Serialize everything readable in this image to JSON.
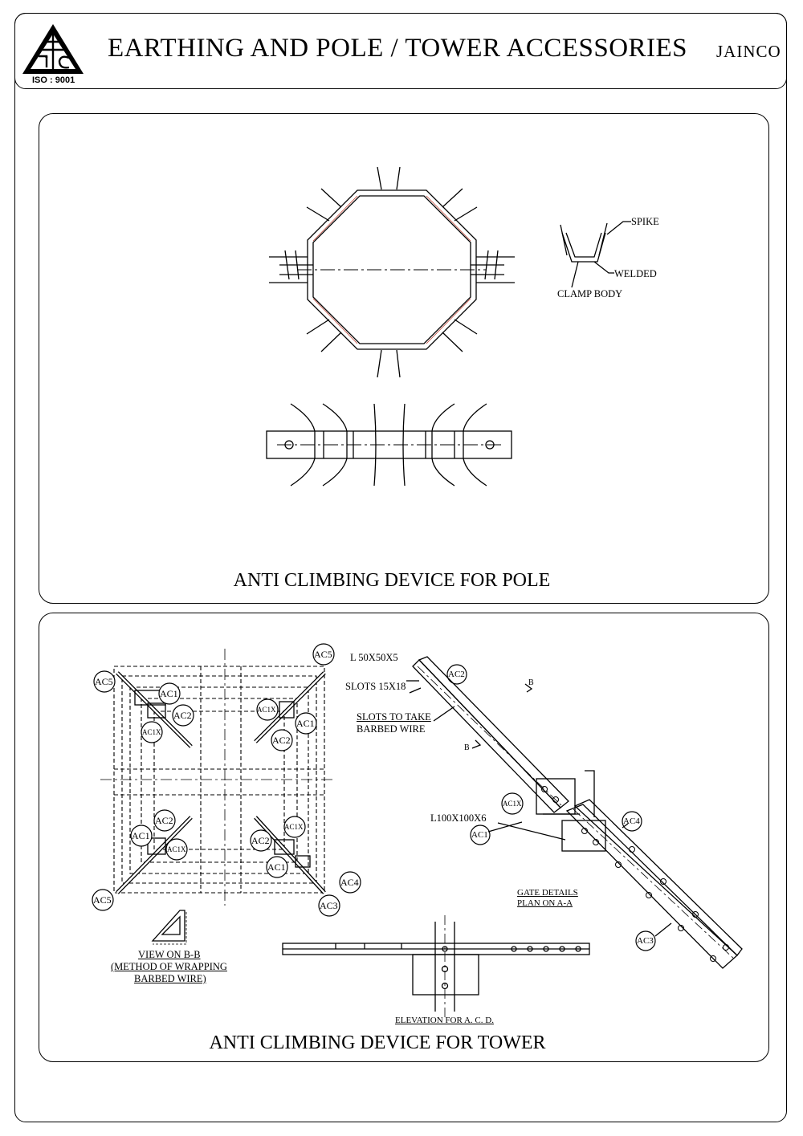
{
  "header": {
    "title": "EARTHING AND POLE / TOWER ACCESSORIES",
    "brand": "JAINCO",
    "logo_mark": "JTC",
    "iso": "ISO : 9001"
  },
  "pole_section": {
    "caption": "ANTI CLIMBING DEVICE FOR POLE",
    "labels": {
      "spike": "SPIKE",
      "welded": "WELDED",
      "clamp_body": "CLAMP BODY"
    }
  },
  "tower_section": {
    "caption": "ANTI CLIMBING DEVICE FOR TOWER",
    "labels": {
      "angle_small": "L 50X50X5",
      "slots": "SLOTS 15X18",
      "slots_barbed_1": "SLOTS TO TAKE",
      "slots_barbed_2": "BARBED WIRE",
      "angle_large": "L100X100X6",
      "section_b": "B",
      "gate_1": "GATE DETAILS",
      "gate_2": "PLAN ON A-A",
      "view_1": "VIEW ON B-B",
      "view_2": "(METHOD OF WRAPPING",
      "view_3": "BARBED WIRE)",
      "elevation": "ELEVATION FOR A. C. D."
    },
    "parts": {
      "ac1": "AC1",
      "ac1x": "AC1X",
      "ac2": "AC2",
      "ac3": "AC3",
      "ac4": "AC4",
      "ac5": "AC5"
    }
  }
}
